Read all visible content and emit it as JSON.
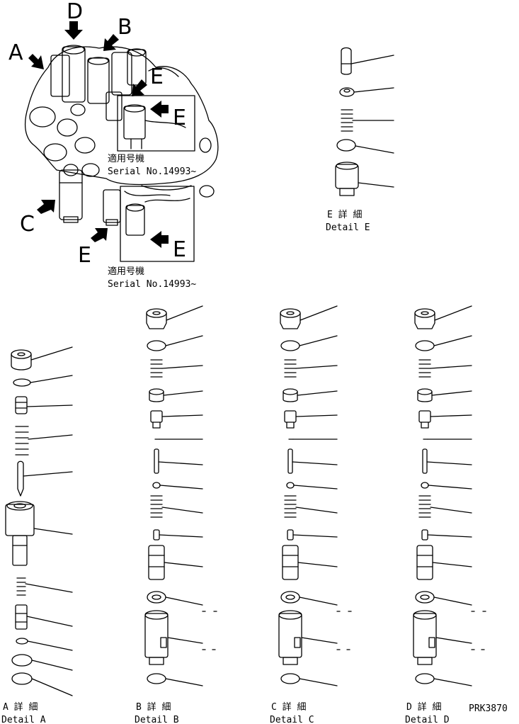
{
  "figure_code": "PRK3870",
  "view_letters": {
    "a": "A",
    "b": "B",
    "c": "C",
    "d": "D",
    "e_top": "E",
    "e_inset_top": "E",
    "e_bottom": "E",
    "e_inset_bottom": "E"
  },
  "insets": [
    {
      "applicable_jp": "適用号機",
      "serial": "Serial No.14993~"
    },
    {
      "applicable_jp": "適用号機",
      "serial": "Serial No.14993~"
    }
  ],
  "details": [
    {
      "id": "E",
      "title_jp": "E 詳 細",
      "title_en": "Detail E"
    },
    {
      "id": "A",
      "title_jp": "A 詳 細",
      "title_en": "Detail A"
    },
    {
      "id": "B",
      "title_jp": "B 詳 細",
      "title_en": "Detail B"
    },
    {
      "id": "C",
      "title_jp": "C 詳 細",
      "title_en": "Detail C"
    },
    {
      "id": "D",
      "title_jp": "D 詳 細",
      "title_en": "Detail D"
    }
  ],
  "colors": {
    "line": "#000000",
    "background": "#ffffff"
  }
}
